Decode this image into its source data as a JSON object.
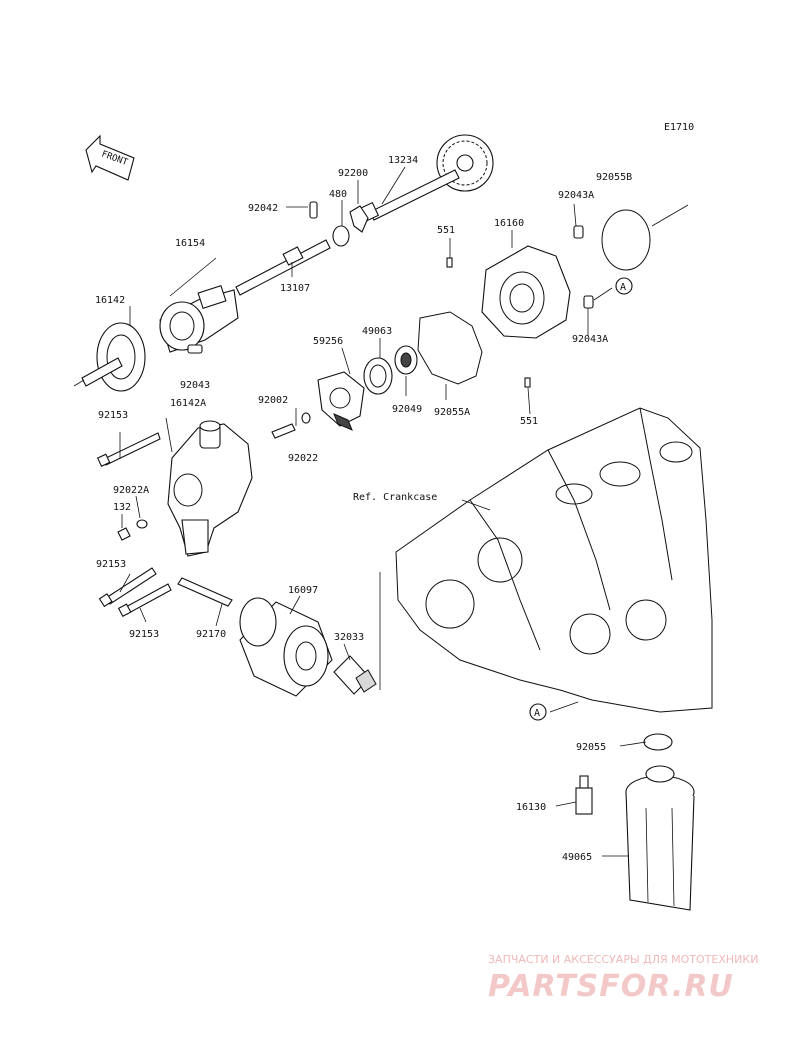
{
  "diagram_code": "E1710",
  "front_label": "FRONT",
  "ref_label": "Ref. Crankcase",
  "callout_a": "A",
  "parts": {
    "p13234": "13234",
    "p92200": "92200",
    "p480": "480",
    "p92042": "92042",
    "p16154": "16154",
    "p13107": "13107",
    "p16142": "16142",
    "p92043": "92043",
    "p16142A": "16142A",
    "p92153a": "92153",
    "p92022A": "92022A",
    "p132": "132",
    "p92153b": "92153",
    "p92153c": "92153",
    "p92170": "92170",
    "p92002": "92002",
    "p92022": "92022",
    "p59256": "59256",
    "p49063": "49063",
    "p92049": "92049",
    "p92055A": "92055A",
    "p551a": "551",
    "p551b": "551",
    "p16160": "16160",
    "p92043A_top": "92043A",
    "p92055B": "92055B",
    "p92043A_bot": "92043A",
    "p16097": "16097",
    "p32033": "32033",
    "p92055": "92055",
    "p16130": "16130",
    "p49065": "49065"
  },
  "watermark": {
    "tagline": "ЗАПЧАСТИ И АКСЕССУАРЫ ДЛЯ МОТОТЕХНИКИ",
    "brand": "PARTSFOR.RU"
  },
  "colors": {
    "line": "#111111",
    "watermark": "#f0b8b8"
  }
}
